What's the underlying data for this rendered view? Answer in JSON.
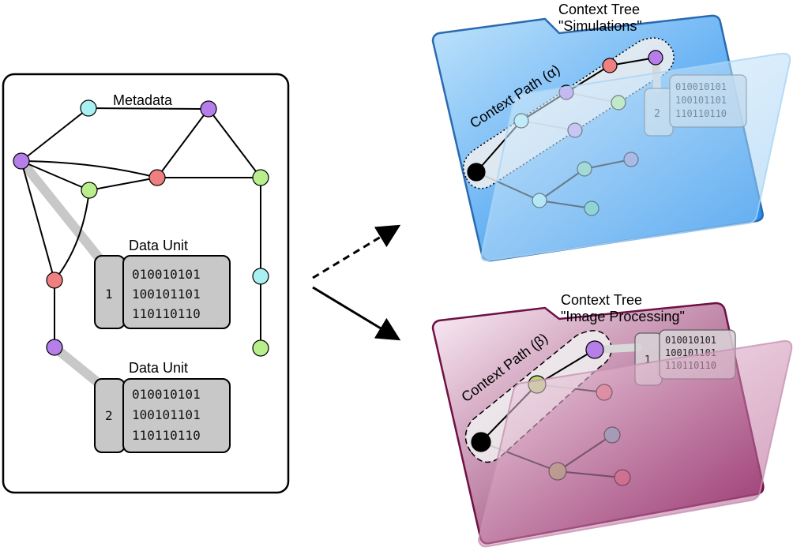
{
  "labels": {
    "metadata": "Metadata",
    "data_unit_1": "Data Unit",
    "data_unit_2": "Data Unit",
    "tree_alpha_title": "Context Tree",
    "tree_alpha_name": "\"Simulations\"",
    "tree_beta_title": "Context Tree",
    "tree_beta_name": "\"Image Processing\"",
    "path_alpha": "Context Path (α)",
    "path_beta": "Context Path (β)"
  },
  "data_units": [
    {
      "id": "1",
      "bits": [
        "010010101",
        "100101101",
        "110110110"
      ]
    },
    {
      "id": "2",
      "bits": [
        "010010101",
        "100101101",
        "110110110"
      ]
    }
  ],
  "folder_data_units": {
    "alpha": {
      "id": "2",
      "bits": [
        "010010101",
        "100101101",
        "110110110"
      ]
    },
    "beta": {
      "id": "1",
      "bits": [
        "010010101",
        "100101101",
        "110110110"
      ]
    }
  },
  "colors": {
    "purple": "#b57ee8",
    "cyan": "#a9f0f3",
    "red": "#f08080",
    "green": "#b8ef8c",
    "folder_blue": "#1e88f0",
    "folder_magenta": "#8c1a5c",
    "data_gray": "#c8c8c8"
  }
}
